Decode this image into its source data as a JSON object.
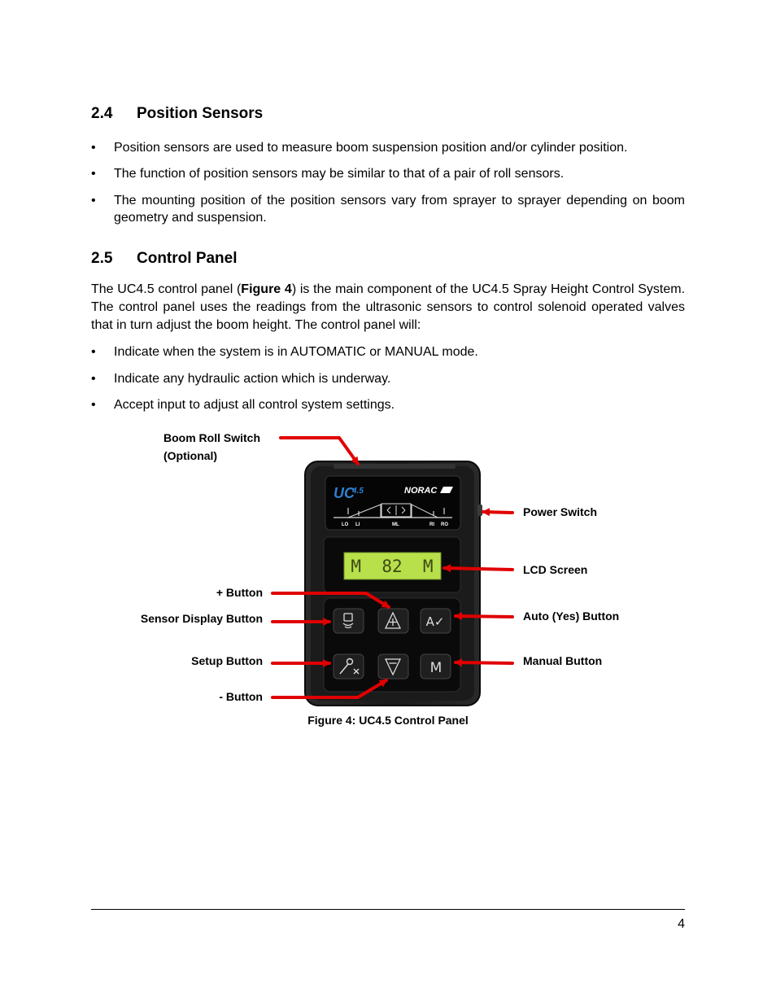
{
  "section_24": {
    "number": "2.4",
    "title": "Position Sensors",
    "bullets": [
      "Position sensors are used to measure boom suspension position and/or cylinder position.",
      "The function of position sensors may be similar to that of a pair of roll sensors.",
      "The mounting position of the position sensors vary from sprayer to sprayer depending on boom geometry and suspension."
    ]
  },
  "section_25": {
    "number": "2.5",
    "title": "Control Panel",
    "para_pre": "The UC4.5 control panel (",
    "para_ref": "Figure 4",
    "para_post": ") is the main component of the UC4.5 Spray Height Control System. The control panel uses the readings from the ultrasonic sensors to control solenoid operated valves that in turn adjust the boom height. The control panel will:",
    "bullets": [
      "Indicate when the system is in AUTOMATIC or MANUAL mode.",
      "Indicate any hydraulic action which is underway.",
      "Accept input to adjust all control system settings."
    ]
  },
  "figure": {
    "labels": {
      "boom_roll_1": "Boom Roll Switch",
      "boom_roll_2": "(Optional)",
      "power": "Power Switch",
      "lcd": "LCD Screen",
      "plus": "+ Button",
      "sensor_display": "Sensor Display Button",
      "auto": "Auto (Yes) Button",
      "setup": "Setup Button",
      "manual": "Manual Button",
      "minus": "- Button"
    },
    "device": {
      "logo_uc": "UC",
      "logo_ver": "4.5",
      "brand": "NORAC",
      "sensor_labels": [
        "LO",
        "LI",
        "ML",
        "RI",
        "RO"
      ],
      "lcd_text": "M  82  M",
      "auto_key": "A✓",
      "manual_key": "M"
    },
    "caption": "Figure 4:  UC4.5 Control Panel",
    "colors": {
      "arrow": "#e00000",
      "lcd_bg": "#b8e04a",
      "panel": "#1e1e1e"
    }
  },
  "footer": {
    "page_number": "4"
  }
}
